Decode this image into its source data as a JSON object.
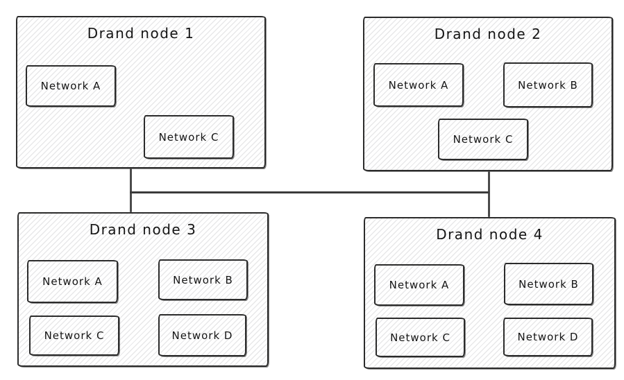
{
  "diagram": {
    "type": "node-network-diagram",
    "colors": {
      "background": "#ffffff",
      "stroke": "#2b2b2b",
      "hatch_fill": "#e3e3e8",
      "connector": "#4b4b4b",
      "text": "#141414"
    },
    "nodes": [
      {
        "title": "Drand node 1",
        "networks": [
          {
            "label": "Network A"
          },
          {
            "label": "Network C"
          }
        ]
      },
      {
        "title": "Drand node 2",
        "networks": [
          {
            "label": "Network A"
          },
          {
            "label": "Network B"
          },
          {
            "label": "Network C"
          }
        ]
      },
      {
        "title": "Drand node 3",
        "networks": [
          {
            "label": "Network A"
          },
          {
            "label": "Network B"
          },
          {
            "label": "Network C"
          },
          {
            "label": "Network D"
          }
        ]
      },
      {
        "title": "Drand node 4",
        "networks": [
          {
            "label": "Network A"
          },
          {
            "label": "Network B"
          },
          {
            "label": "Network C"
          },
          {
            "label": "Network D"
          }
        ]
      }
    ],
    "connectors": [
      {
        "name": "node1-to-node3",
        "orientation": "vertical"
      },
      {
        "name": "node2-to-node4",
        "orientation": "vertical"
      },
      {
        "name": "node1node3-to-node2node4",
        "orientation": "horizontal"
      }
    ]
  }
}
